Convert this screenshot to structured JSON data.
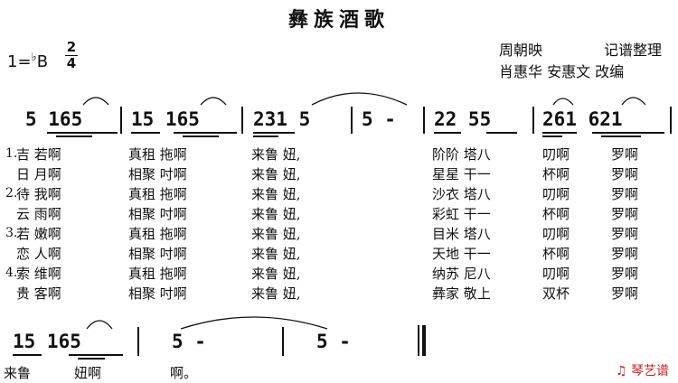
{
  "title": "彝族酒歌",
  "key": {
    "base": "1=",
    "flat": "♭",
    "note": "B"
  },
  "time_sig": {
    "top": "2",
    "bottom": "4"
  },
  "credits": {
    "line1_a": "周朝映",
    "line1_b": "记谱整理",
    "line2": "肖惠华  安惠文  改编"
  },
  "row1_notation": [
    "5 165",
    "15 165",
    "231 5",
    "5 -",
    "22 55",
    "261 621"
  ],
  "row2_notation": [
    "15 165",
    "5 -",
    "5 -"
  ],
  "verse_numbers": [
    "1.",
    "2.",
    "3.",
    "4."
  ],
  "lyrics": [
    [
      "吉 若啊",
      "真租 拖啊",
      "来鲁 妞,",
      "阶阶 塔八",
      "叨啊",
      "罗啊"
    ],
    [
      "日 月啊",
      "相聚 吋啊",
      "来鲁 妞,",
      "星星 干一",
      "杯啊",
      "罗啊"
    ],
    [
      "待 我啊",
      "真租 拖啊",
      "来鲁 妞,",
      "沙衣 塔八",
      "叨啊",
      "罗啊"
    ],
    [
      "云 雨啊",
      "相聚 吋啊",
      "来鲁 妞,",
      "彩虹 干一",
      "杯啊",
      "罗啊"
    ],
    [
      "若 嫩啊",
      "真租 拖啊",
      "来鲁 妞,",
      "目米 塔八",
      "叨啊",
      "罗啊"
    ],
    [
      "恋 人啊",
      "相聚 吋啊",
      "来鲁 妞,",
      "天地 干一",
      "杯啊",
      "罗啊"
    ],
    [
      "索 维啊",
      "真租 拖啊",
      "来鲁 妞,",
      "纳苏 尼八",
      "叨啊",
      "罗啊"
    ],
    [
      "贵 客啊",
      "相聚 吋啊",
      "来鲁 妞,",
      "彝家 敬上",
      "双杯",
      "罗啊"
    ]
  ],
  "row2_lyrics": [
    "来鲁",
    "妞啊",
    "啊。"
  ],
  "watermark": "琴艺谱"
}
